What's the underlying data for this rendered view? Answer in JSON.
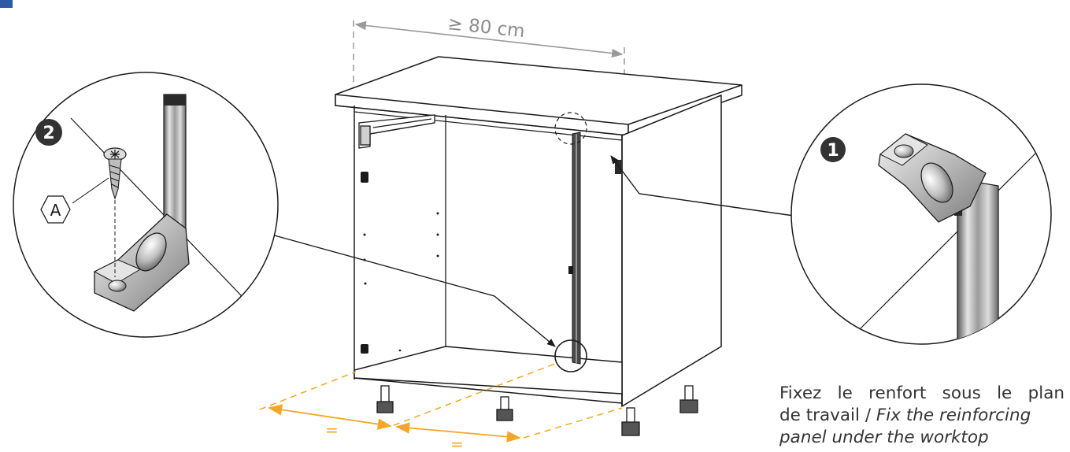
{
  "dimensions": {
    "width_label": "≥ 80 cm",
    "equal_left": "=",
    "equal_right": "="
  },
  "detail_markers": {
    "step_two": "2",
    "step_one": "1"
  },
  "part_label": "A",
  "caption": {
    "line1": "Fixez le renfort sous le plan",
    "line2_fr": "de travail / ",
    "line2_en": "Fix the reinforcing",
    "line3_en": "panel under the worktop"
  },
  "colors": {
    "accent_tab": "#2b5aa6",
    "dimension_gray": "#9a9a9a",
    "orange_dimension": "#f5a623",
    "line": "#1a1a1a"
  }
}
